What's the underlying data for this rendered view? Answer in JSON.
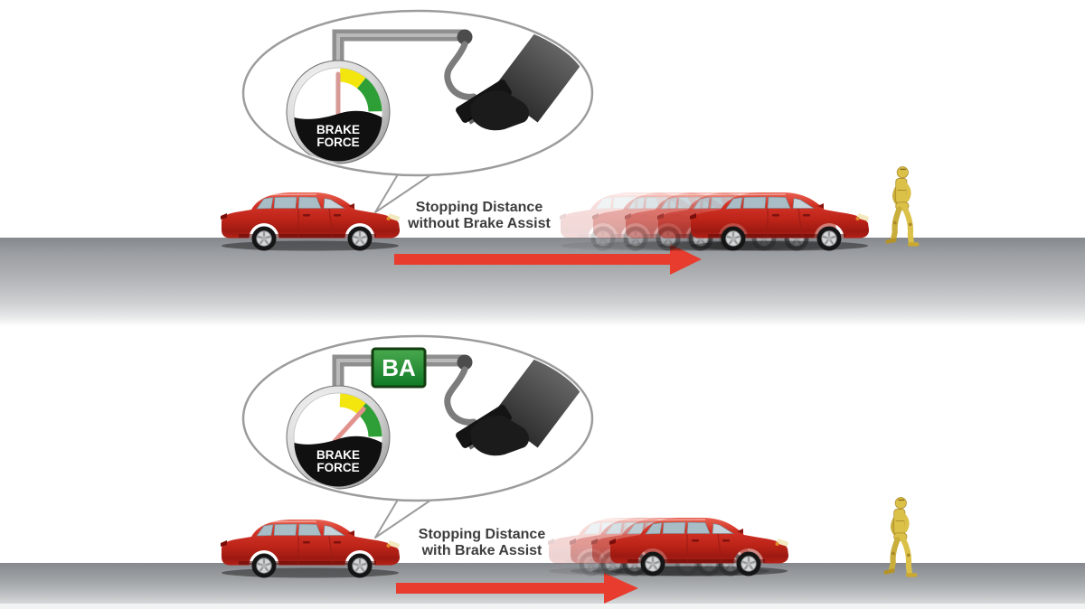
{
  "top_panel": {
    "caption_line1": "Stopping Distance",
    "caption_line2": "without Brake Assist",
    "gauge": {
      "label_line1": "BRAKE",
      "label_line2": "FORCE"
    }
  },
  "bottom_panel": {
    "caption_line1": "Stopping Distance",
    "caption_line2": "with Brake Assist",
    "gauge": {
      "label_line1": "BRAKE",
      "label_line2": "FORCE"
    },
    "badge_label": "BA"
  },
  "colors": {
    "arrow_red": "#e73c2e",
    "gauge_yellow": "#f2e60e",
    "gauge_green": "#2e9f36",
    "badge_border": "#123e10",
    "car_red": "#c32a20",
    "dummy_yellow": "#dcc148",
    "road_gray": "#96989c"
  }
}
